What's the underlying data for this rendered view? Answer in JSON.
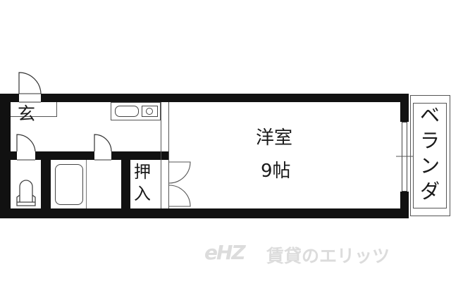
{
  "floor_plan": {
    "rooms": {
      "entrance": {
        "label": "玄"
      },
      "western_room": {
        "label": "洋室",
        "size": "9帖"
      },
      "closet": {
        "label_top": "押",
        "label_bottom": "入"
      },
      "veranda": {
        "label": "ベランダ",
        "chars": [
          "ベ",
          "ラ",
          "ン",
          "ダ"
        ]
      }
    },
    "fixtures": [
      "kitchen-sink",
      "gas-stove",
      "toilet",
      "bathtub"
    ]
  },
  "watermark": {
    "logo": "eHZ",
    "text": "賃貸のエリッツ"
  },
  "colors": {
    "wall": "#111111",
    "line": "#555555",
    "watermark": "#dcdcdc",
    "background": "#ffffff"
  }
}
